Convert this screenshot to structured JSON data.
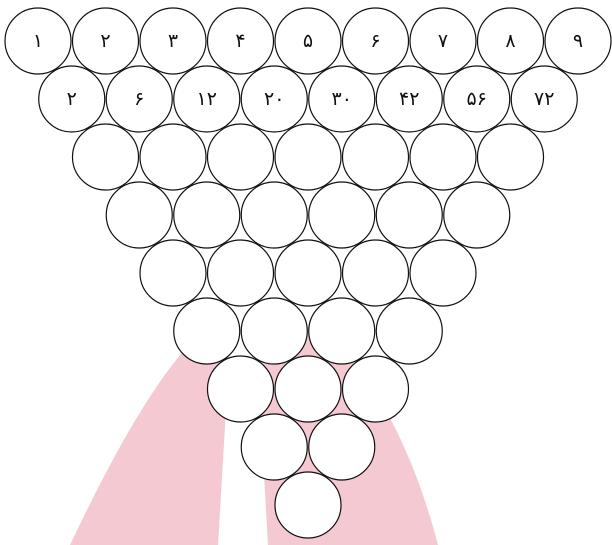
{
  "rows": [
    [
      "١",
      "٢",
      "٣",
      "۴",
      "۵",
      "۶",
      "٧",
      "٨",
      "٩"
    ],
    [
      "٢",
      "۶",
      "١٢",
      "٢٠",
      "٣٠",
      "۴٢",
      "۵۶",
      "٧٢"
    ],
    [
      "",
      "",
      "",
      "",
      "",
      "",
      ""
    ],
    [
      "",
      "",
      "",
      "",
      "",
      ""
    ],
    [
      "",
      "",
      "",
      "",
      ""
    ],
    [
      "",
      "",
      "",
      ""
    ],
    [
      "",
      "",
      ""
    ],
    [
      "",
      ""
    ],
    [
      ""
    ]
  ],
  "colors": {
    "watermark": "#f4c6d0",
    "circle_stroke": "#111111",
    "circle_fill": "#ffffff",
    "text": "#111111"
  }
}
